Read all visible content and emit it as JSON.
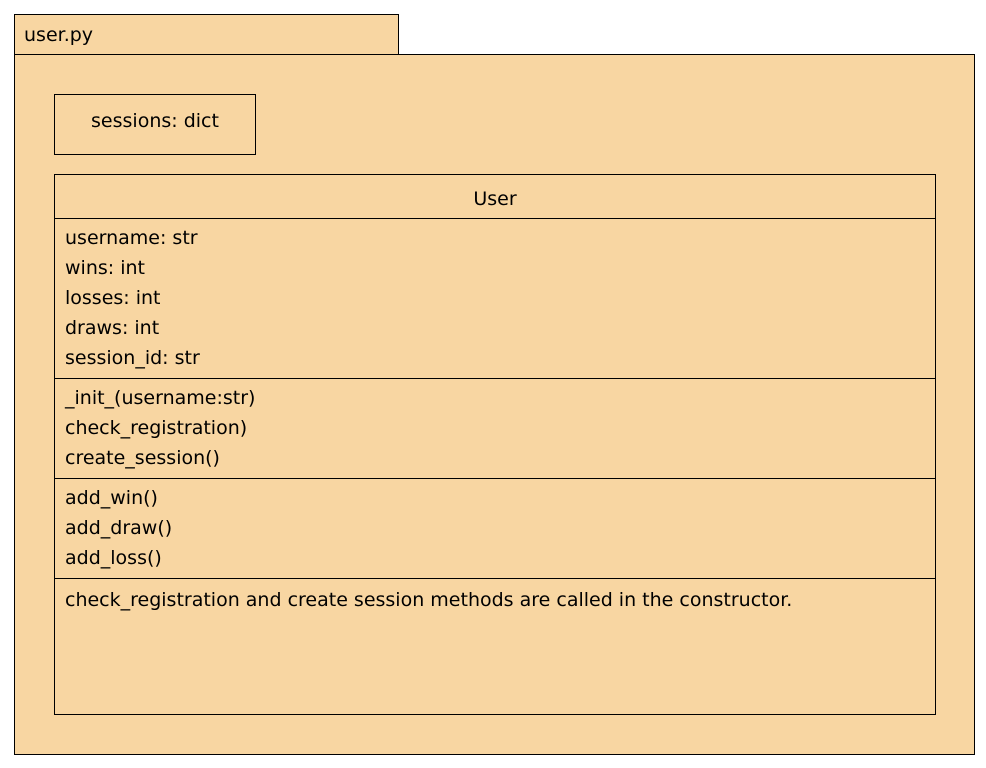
{
  "package": {
    "name": "user.py"
  },
  "variable": {
    "text": "sessions: dict"
  },
  "class": {
    "name": "User",
    "attributes": [
      "username: str",
      "wins: int",
      "losses: int",
      "draws: int",
      "session_id: str"
    ],
    "operations_group_1": [
      "_init_(username:str)",
      "check_registration)",
      "create_session()"
    ],
    "operations_group_2": [
      "add_win()",
      "add_draw()",
      "add_loss()"
    ],
    "note": "check_registration and create session methods are called in the constructor."
  },
  "colors": {
    "package_fill": "#F8D6A2",
    "border": "#000000"
  }
}
